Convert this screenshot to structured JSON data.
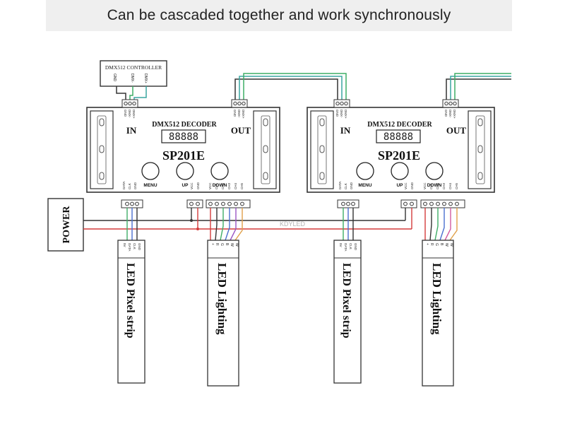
{
  "banner": {
    "title": "Can be cascaded together and work synchronously"
  },
  "controller": {
    "title": "DMX512 CONTROLLER",
    "pins": [
      "GND",
      "DMX-",
      "DMX+"
    ]
  },
  "power": {
    "label": "POWER"
  },
  "watermark": "KDYLED",
  "decoders": [
    {
      "title": "DMX512 DECODER",
      "model": "SP201E",
      "display": "88888",
      "in_label": "IN",
      "out_label": "OUT",
      "buttons": [
        "MENU",
        "UP",
        "DOWN"
      ],
      "in_pins": [
        "GND",
        "DMX-",
        "DMX+"
      ],
      "out_pins": [
        "GND",
        "DMX-",
        "DMX+"
      ],
      "pixel_port_pins": [
        "DATA",
        "CLK",
        "GND"
      ],
      "power_port_pins": [
        "VCC",
        "GND"
      ],
      "pwm_port_pins": [
        "VCC",
        "CH1",
        "CH2",
        "CH3",
        "CH4",
        "CH5"
      ],
      "pixel_strip": {
        "label": "LED Pixel strip",
        "pins": [
          "DATA",
          "CLK",
          "GND",
          "5V"
        ]
      },
      "lighting_strip": {
        "label": "LED Lighting",
        "pins": [
          "+",
          "R",
          "G",
          "B",
          "W",
          "W"
        ]
      }
    },
    {
      "title": "DMX512 DECODER",
      "model": "SP201E",
      "display": "88888",
      "in_label": "IN",
      "out_label": "OUT",
      "buttons": [
        "MENU",
        "UP",
        "DOWN"
      ],
      "in_pins": [
        "GND",
        "DMX-",
        "DMX+"
      ],
      "out_pins": [
        "GND",
        "DMX-",
        "DMX+"
      ],
      "pixel_port_pins": [
        "DATA",
        "CLK",
        "GND"
      ],
      "power_port_pins": [
        "VCC",
        "GND"
      ],
      "pwm_port_pins": [
        "VCC",
        "CH1",
        "CH2",
        "CH3",
        "CH4",
        "CH5"
      ],
      "pixel_strip": {
        "label": "LED Pixel strip",
        "pins": [
          "DATA",
          "CLK",
          "GND",
          "5V"
        ]
      },
      "lighting_strip": {
        "label": "LED Lighting",
        "pins": [
          "+",
          "R",
          "G",
          "B",
          "W",
          "W"
        ]
      }
    }
  ],
  "colors": {
    "wire_red": "#d43b3b",
    "wire_dark": "#333333",
    "wire_green": "#3fae67",
    "wire_blue": "#4b6fcf",
    "wire_purple": "#9a55c4",
    "wire_orange": "#e0a04a",
    "wire_teal": "#3aa5a0",
    "wire_pink": "#d35aa0"
  }
}
